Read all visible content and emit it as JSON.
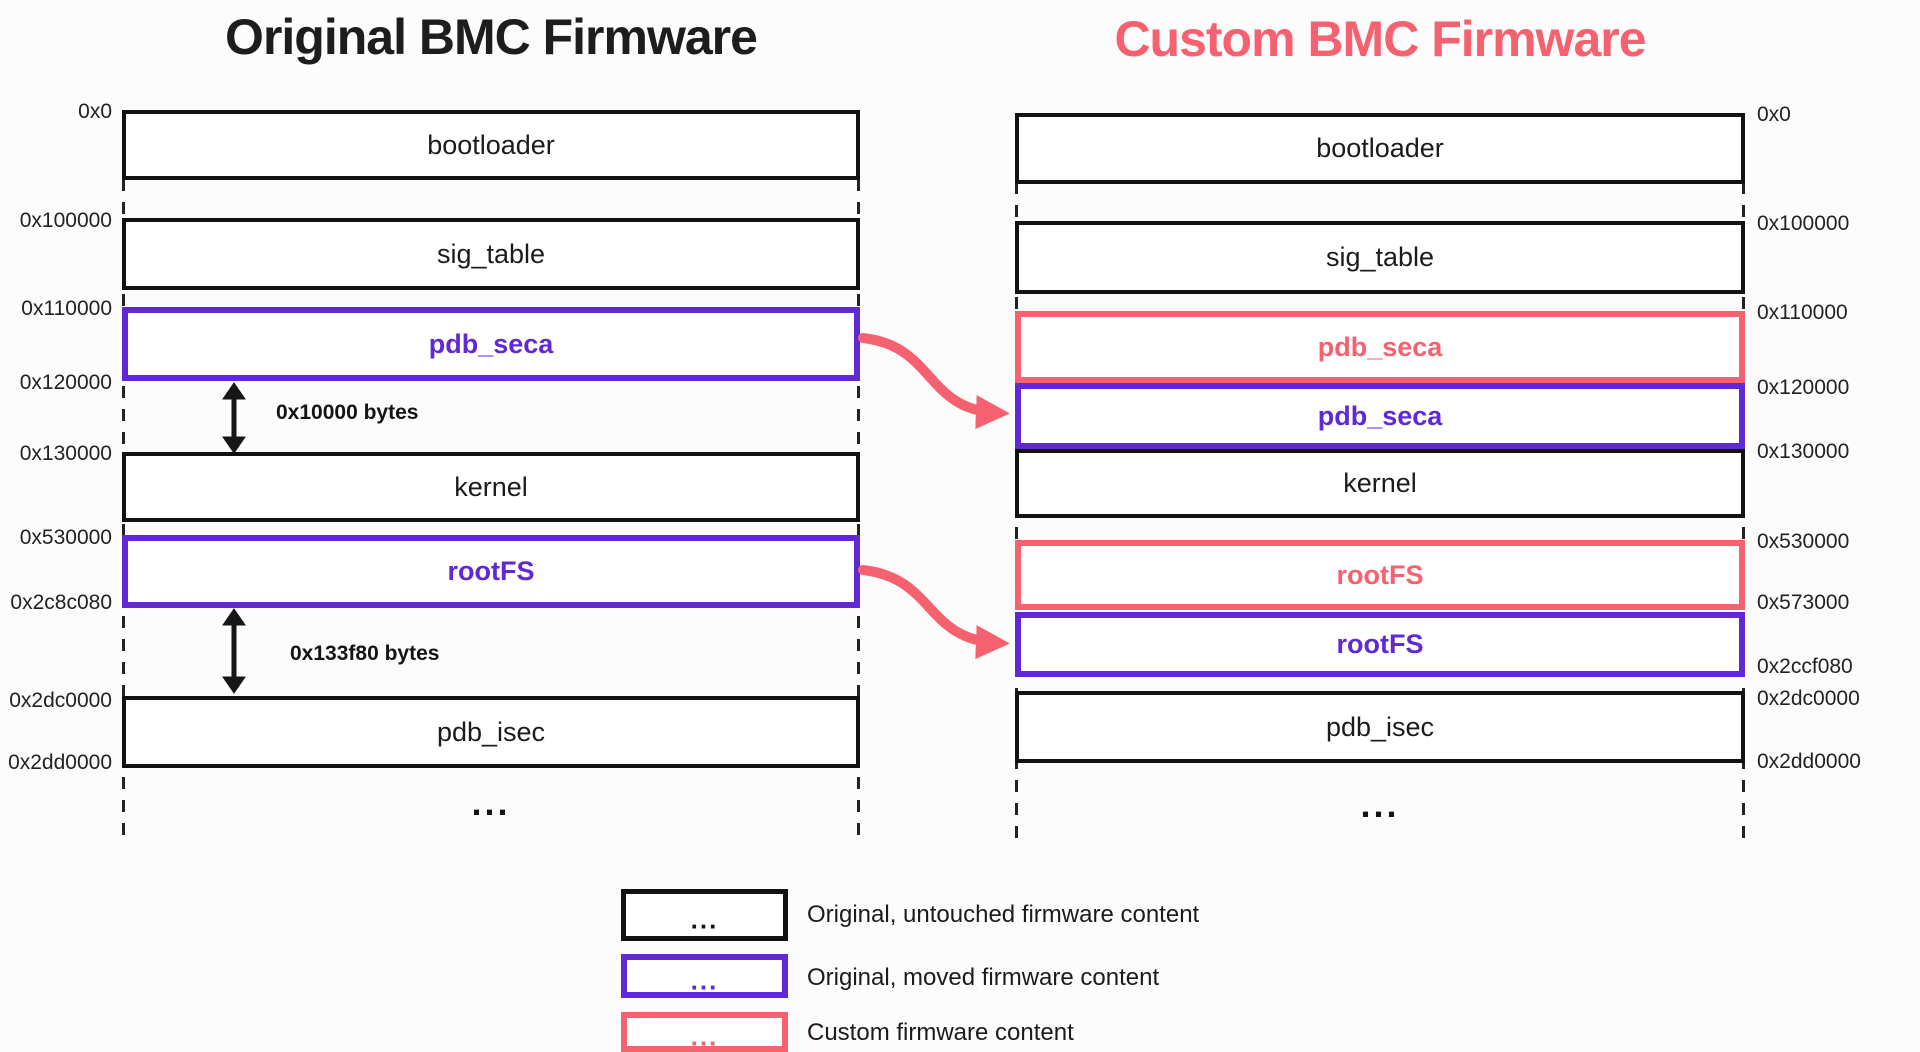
{
  "left": {
    "title": "Original BMC Firmware",
    "addresses": [
      "0x0",
      "0x100000",
      "0x110000",
      "0x120000",
      "0x130000",
      "0x530000",
      "0x2c8c080",
      "0x2dc0000",
      "0x2dd0000"
    ],
    "blocks": [
      "bootloader",
      "sig_table",
      "pdb_seca",
      "kernel",
      "rootFS",
      "pdb_isec"
    ],
    "gap_annotations": [
      "0x10000 bytes",
      "0x133f80 bytes"
    ],
    "ellipsis": "..."
  },
  "right": {
    "title": "Custom BMC Firmware",
    "addresses": [
      "0x0",
      "0x100000",
      "0x110000",
      "0x120000",
      "0x130000",
      "0x530000",
      "0x573000",
      "0x2ccf080",
      "0x2dc0000",
      "0x2dd0000"
    ],
    "blocks": [
      "bootloader",
      "sig_table",
      "pdb_seca",
      "pdb_seca",
      "kernel",
      "rootFS",
      "rootFS",
      "pdb_isec"
    ],
    "ellipsis": "..."
  },
  "legend": {
    "items": [
      {
        "swatch": "...",
        "label": "Original, untouched firmware content",
        "style": "plain"
      },
      {
        "swatch": "...",
        "label": "Original, moved firmware content",
        "style": "moved"
      },
      {
        "swatch": "...",
        "label": "Custom firmware content",
        "style": "custom"
      }
    ]
  },
  "colors": {
    "accent_pink": "#f5616e",
    "accent_purple": "#6129d5",
    "ink": "#1b1b1d",
    "background": "#fcfcfd"
  }
}
